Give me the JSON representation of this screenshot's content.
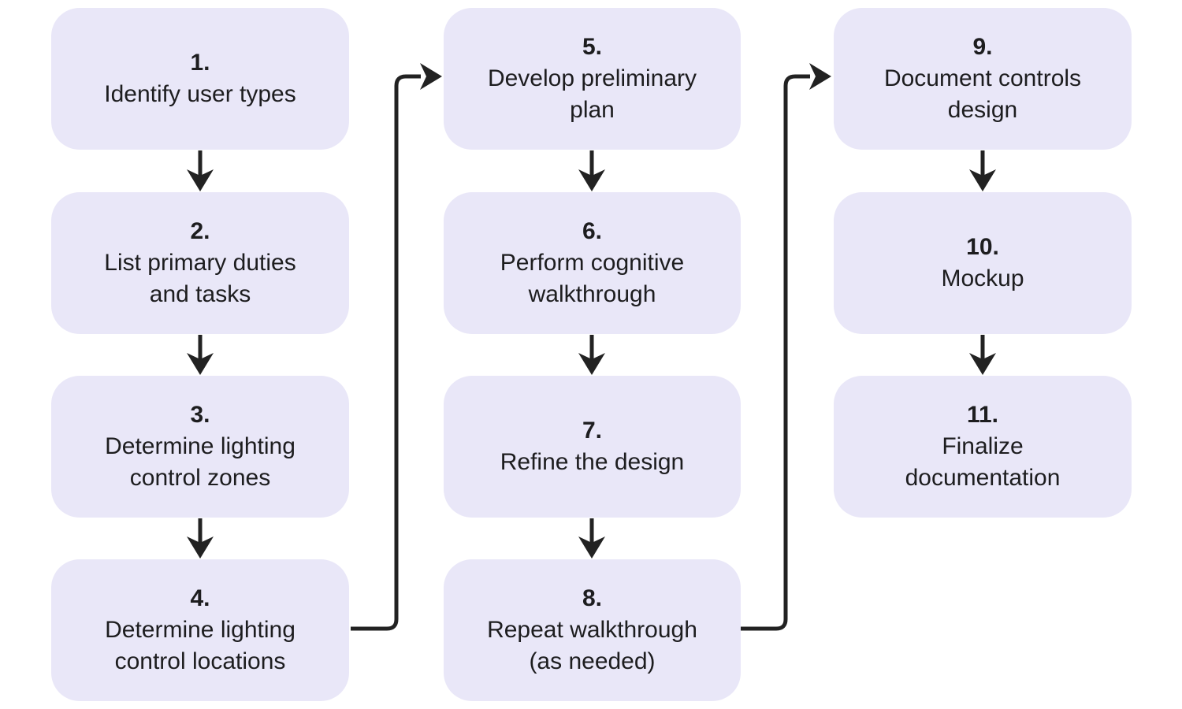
{
  "colors": {
    "background": "#ffffff",
    "node_fill": "#e9e7f8",
    "node_text": "#1d1d1f",
    "edge": "#222222"
  },
  "nodes": [
    {
      "number": "1.",
      "label": "Identify user types"
    },
    {
      "number": "2.",
      "label": "List primary duties and tasks"
    },
    {
      "number": "3.",
      "label": "Determine lighting control zones"
    },
    {
      "number": "4.",
      "label": "Determine lighting control locations"
    },
    {
      "number": "5.",
      "label": "Develop preliminary plan"
    },
    {
      "number": "6.",
      "label": "Perform cognitive walkthrough"
    },
    {
      "number": "7.",
      "label": "Refine the design"
    },
    {
      "number": "8.",
      "label": "Repeat walkthrough (as needed)"
    },
    {
      "number": "9.",
      "label": "Document controls design"
    },
    {
      "number": "10.",
      "label": "Mockup"
    },
    {
      "number": "11.",
      "label": "Finalize documentation"
    }
  ],
  "edges": [
    {
      "from": "1",
      "to": "2",
      "type": "straight-down"
    },
    {
      "from": "2",
      "to": "3",
      "type": "straight-down"
    },
    {
      "from": "3",
      "to": "4",
      "type": "straight-down"
    },
    {
      "from": "4",
      "to": "5",
      "type": "elbow-right-up"
    },
    {
      "from": "5",
      "to": "6",
      "type": "straight-down"
    },
    {
      "from": "6",
      "to": "7",
      "type": "straight-down"
    },
    {
      "from": "7",
      "to": "8",
      "type": "straight-down"
    },
    {
      "from": "8",
      "to": "9",
      "type": "elbow-right-up"
    },
    {
      "from": "9",
      "to": "10",
      "type": "straight-down"
    },
    {
      "from": "10",
      "to": "11",
      "type": "straight-down"
    }
  ]
}
